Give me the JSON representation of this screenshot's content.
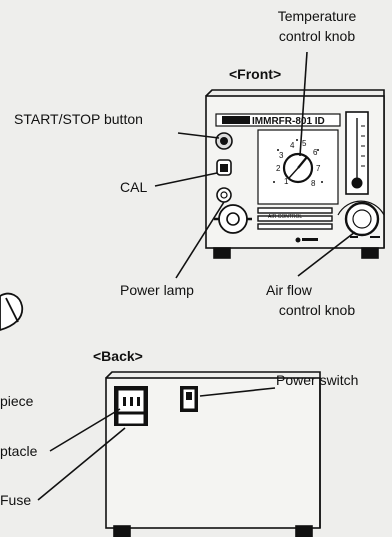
{
  "sections": {
    "front_title": "<Front>",
    "back_title": "<Back>"
  },
  "labels": {
    "temperature_knob_line1": "Temperature",
    "temperature_knob_line2": "control knob",
    "start_stop": "START/STOP button",
    "cal": "CAL",
    "power_lamp": "Power lamp",
    "air_flow_line1": "Air flow",
    "air_flow_line2": "control knob",
    "power_switch": "Power switch",
    "handpiece_partial": "piece",
    "receptacle_partial": "ptacle",
    "fuse_partial": "Fuse"
  },
  "device": {
    "model_text": "IMMRFR-801 ID",
    "dial_numbers": [
      "1",
      "2",
      "3",
      "4",
      "5",
      "6",
      "7",
      "8"
    ],
    "panel_caption": "AIR    CONTROL"
  }
}
